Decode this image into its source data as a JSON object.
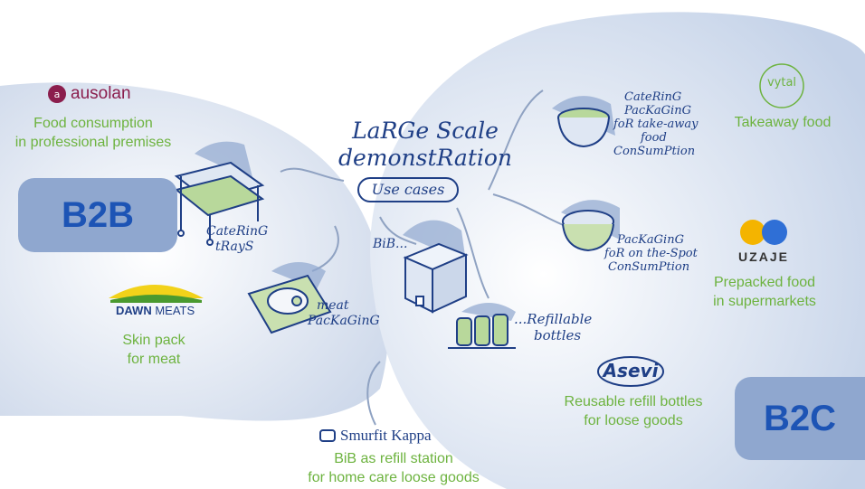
{
  "center": {
    "title_line1": "LaRGe Scale",
    "title_line2": "demonstRation",
    "subtitle": "Use cases"
  },
  "segments": {
    "b2b": "B2B",
    "b2c": "B2C"
  },
  "cases": {
    "catering_trays": {
      "line1": "CateRinG",
      "line2": "tRayS"
    },
    "meat_packaging": {
      "line1": "meat",
      "line2": "PacKaGinG"
    },
    "bib": "BiB...",
    "refillable": {
      "line1": "...Refillable",
      "line2": "bottles"
    },
    "catering_packaging": {
      "line1": "CateRinG",
      "line2": "PacKaGinG",
      "line3": "foR take-away",
      "line4": "food",
      "line5": "ConSumPtion"
    },
    "onspot": {
      "line1": "PacKaGinG",
      "line2": "foR on the-Spot",
      "line3": "ConSumPtion"
    }
  },
  "partners": {
    "ausolan": {
      "logo": "ausolan",
      "desc1": "Food consumption",
      "desc2": "in professional premises"
    },
    "dawn": {
      "logo_bold": "DAWN",
      "logo_rest": "MEATS",
      "desc1": "Skin pack",
      "desc2": "for meat"
    },
    "smurfit": {
      "logo": "Smurfit Kappa",
      "desc1": "BiB as refill station",
      "desc2": "for home care loose goods"
    },
    "vytal": {
      "logo": "vytal",
      "desc": "Takeaway food"
    },
    "uzaje": {
      "logo": "UZAJE",
      "desc1": "Prepacked food",
      "desc2": "in supermarkets"
    },
    "asevi": {
      "logo": "Asevi",
      "desc1": "Reusable refill bottles",
      "desc2": "for loose goods"
    }
  },
  "colors": {
    "partner_text": "#6db33f",
    "hand_text": "#1f3f86",
    "b_box": "#8fa7cf",
    "b_text": "#1d54b5"
  }
}
